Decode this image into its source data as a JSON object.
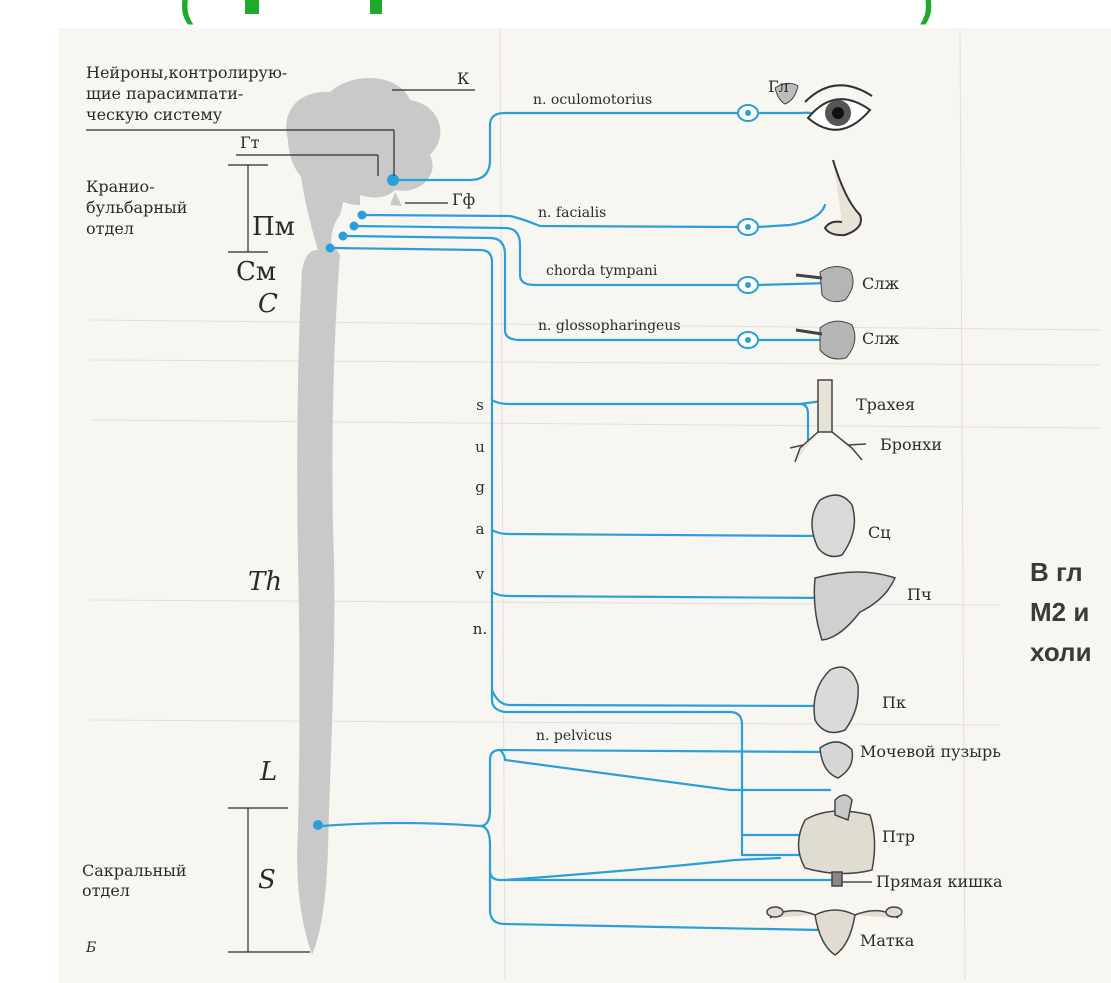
{
  "labels": {
    "neurons": [
      "Нейроны,контролирую-",
      "щие парасимпати-",
      "ческую систему"
    ],
    "K": "К",
    "Gt": "Гт",
    "Gf": "Гф",
    "cranio": [
      "Кранио-",
      "бульбарный",
      "отдел"
    ],
    "Pm": "Пм",
    "Sm": "См",
    "C": "C",
    "Th": "Th",
    "L": "L",
    "S": "S",
    "sacral": [
      "Сакральный",
      "отдел"
    ],
    "B": "Б"
  },
  "nerves": {
    "oculomotorius": "n. oculomotorius",
    "facialis": "n. facialis",
    "chorda": "chorda tympani",
    "glosso": "n. glossopharingeus",
    "pelvicus": "n. pelvicus",
    "vagus_letters": [
      "n.",
      "v",
      "a",
      "g",
      "u",
      "s"
    ]
  },
  "organs": {
    "Gl": "Гл",
    "Slzh1": "Слж",
    "Slzh2": "Слж",
    "trachea": "Трахея",
    "bronchi": "Бронхи",
    "heart": "Сц",
    "liver": "Пч",
    "kidney": "Пк",
    "bladder": "Мочевой пузырь",
    "intestine": "Птр",
    "rectum": "Прямая кишка",
    "uterus": "Матка"
  },
  "overlay_text": [
    "В гл",
    "М2 и",
    "холи"
  ],
  "colors": {
    "nerve": "#2a9fd8",
    "spinal": "#c9c9c9",
    "title_green": "#1faa2c"
  }
}
